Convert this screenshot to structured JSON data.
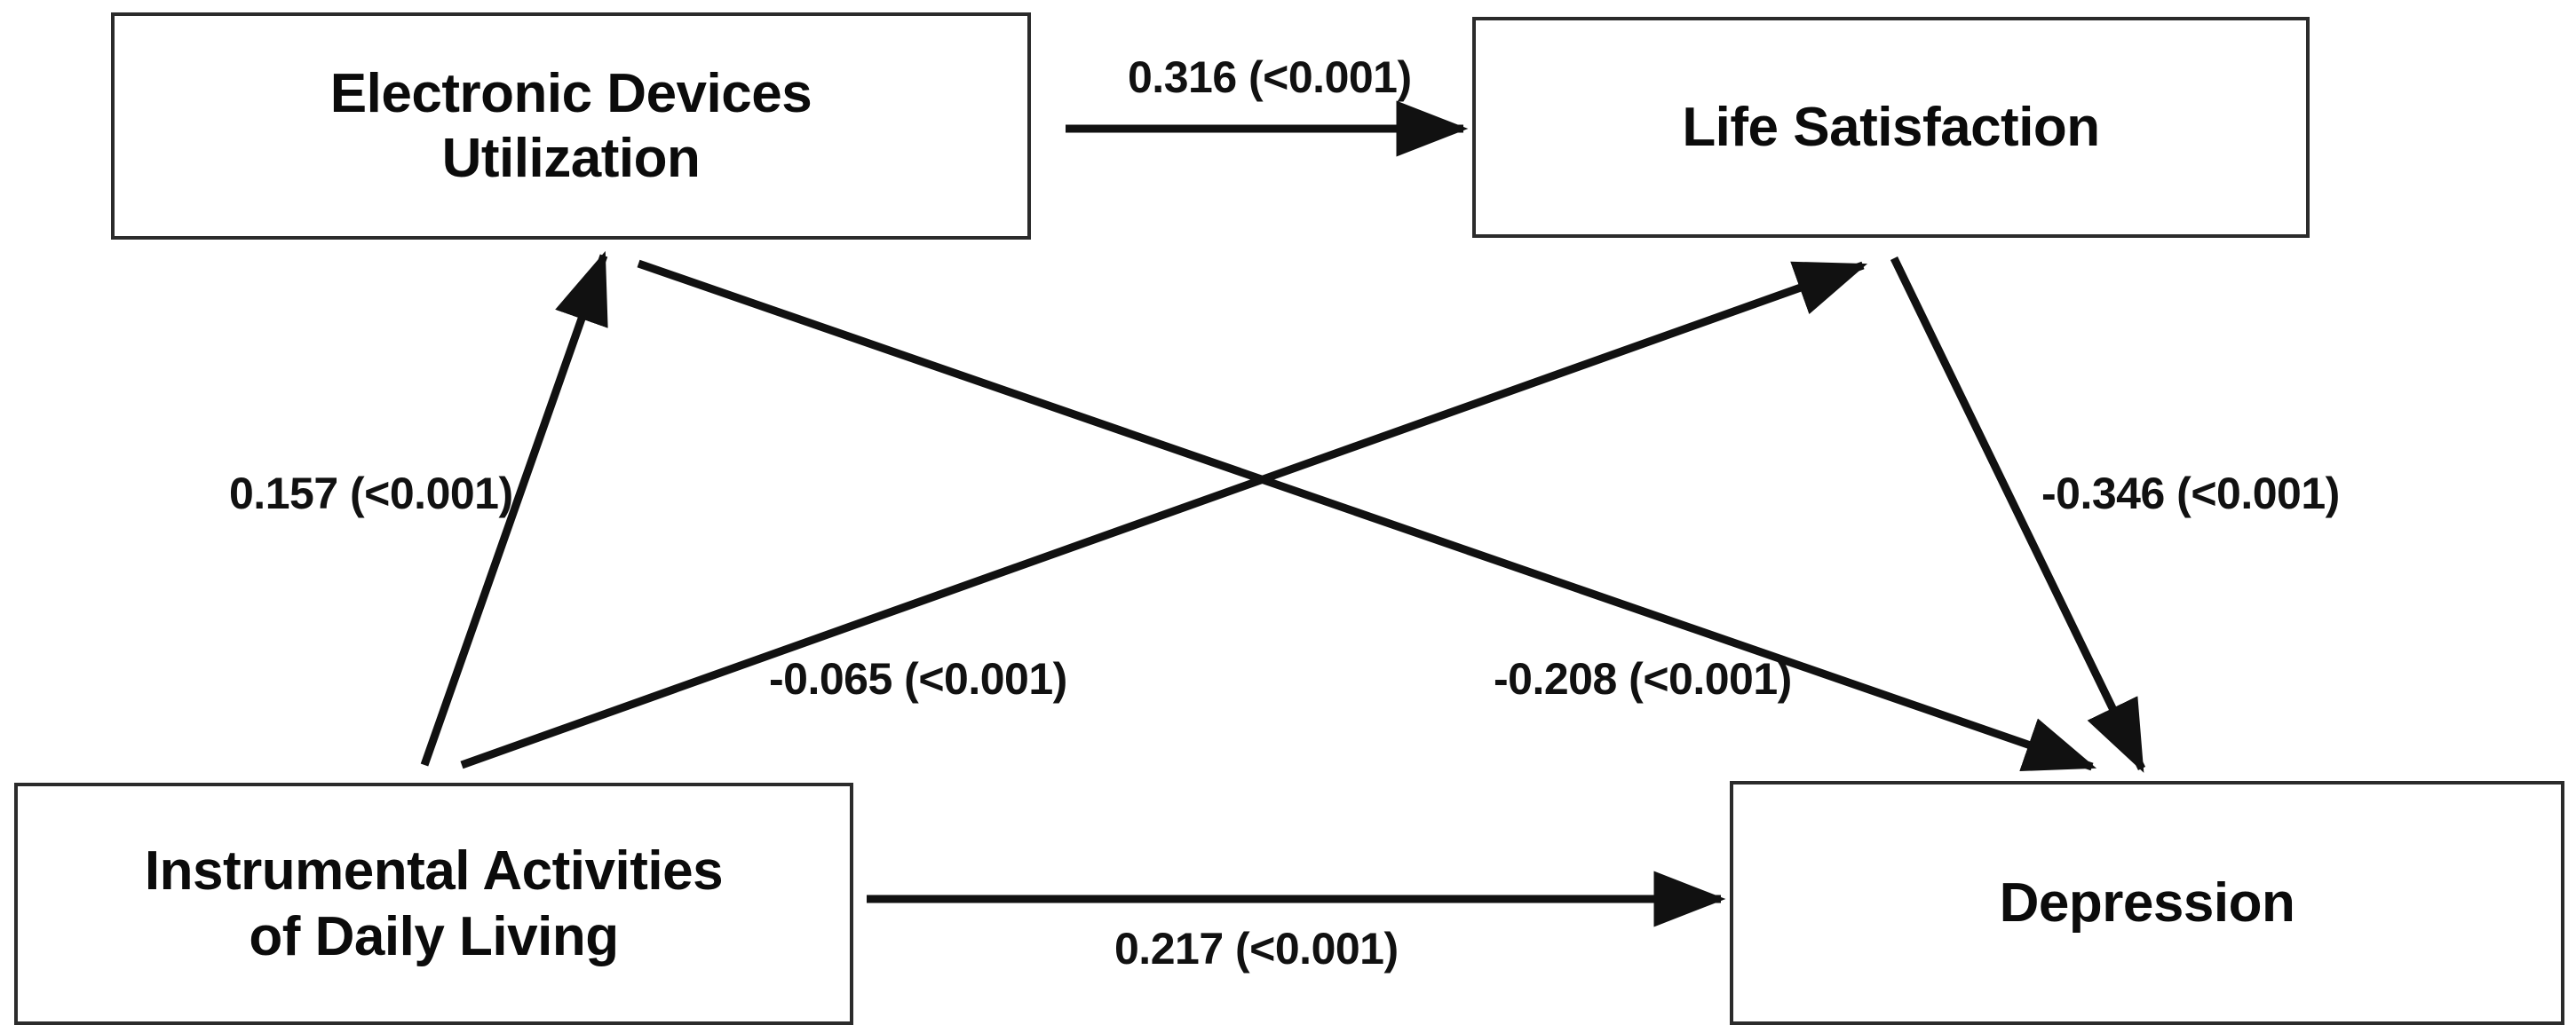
{
  "diagram": {
    "type": "path-model",
    "title": "",
    "background_color": "#ffffff",
    "line_color": "#111111",
    "box_border_color": "#2b2b2b"
  },
  "nodes": [
    {
      "id": "edu",
      "label": "Electronic Devices\nUtilization"
    },
    {
      "id": "ls",
      "label": "Life Satisfaction"
    },
    {
      "id": "iadl",
      "label": "Instrumental Activities\nof Daily Living"
    },
    {
      "id": "dep",
      "label": "Depression"
    }
  ],
  "edges": [
    {
      "id": "edu-ls",
      "from": "Electronic Devices Utilization",
      "to": "Life Satisfaction",
      "coefficient": "0.316",
      "p_value": "<0.001",
      "label": "0.316 (<0.001)"
    },
    {
      "id": "iadl-edu",
      "from": "Instrumental Activities of Daily Living",
      "to": "Electronic Devices Utilization",
      "coefficient": "0.157",
      "p_value": "<0.001",
      "label": "0.157 (<0.001)"
    },
    {
      "id": "ls-dep",
      "from": "Life Satisfaction",
      "to": "Depression",
      "coefficient": "-0.346",
      "p_value": "<0.001",
      "label": "-0.346 (<0.001)"
    },
    {
      "id": "iadl-ls",
      "from": "Instrumental Activities of Daily Living",
      "to": "Life Satisfaction",
      "coefficient": "-0.065",
      "p_value": "<0.001",
      "label": "-0.065 (<0.001)"
    },
    {
      "id": "edu-dep",
      "from": "Electronic Devices Utilization",
      "to": "Depression",
      "coefficient": "-0.208",
      "p_value": "<0.001",
      "label": "-0.208 (<0.001)"
    },
    {
      "id": "iadl-dep",
      "from": "Instrumental Activities of Daily Living",
      "to": "Depression",
      "coefficient": "0.217",
      "p_value": "<0.001",
      "label": "0.217 (<0.001)"
    }
  ]
}
